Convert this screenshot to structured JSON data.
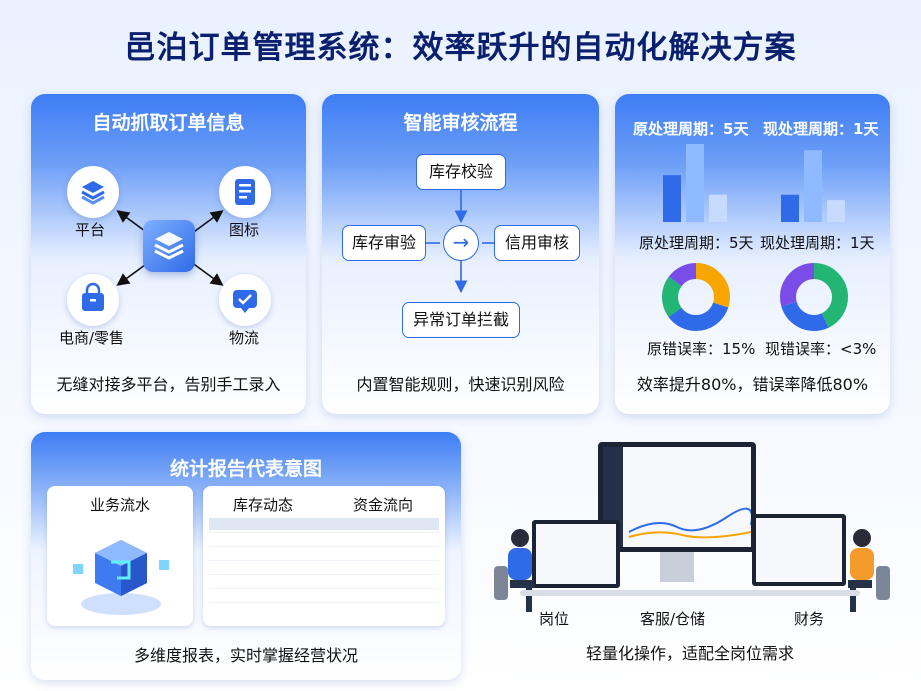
{
  "title": "邑泊订单管理系统：效率跃升的自动化解决方案",
  "panel1": {
    "title": "自动抓取订单信息",
    "nodes": [
      "平台",
      "图标",
      "电商/零售",
      "物流"
    ],
    "caption": "无缝对接多平台，告别手工录入"
  },
  "panel2": {
    "title": "智能审核流程",
    "steps": [
      "库存校验",
      "库存审验",
      "信用审核",
      "异常订单拦截"
    ],
    "caption": "内置智能规则，快速识别风险"
  },
  "panel3": {
    "top_labels": [
      "原处理周期：5天",
      "现处理周期：1天"
    ],
    "bar_labels": [
      "原处理周期：5天",
      "现处理周期：1天"
    ],
    "error_labels": [
      "原错误率：15%",
      "现错误率：<3%"
    ],
    "caption": "效率提升80%，错误率降低80%"
  },
  "panel4": {
    "title": "统计报告代表意图",
    "headers": [
      "业务流水",
      "库存动态",
      "资金流向"
    ],
    "caption": "多维度报表，实时掌握经营状况"
  },
  "panel5": {
    "roles": [
      "岗位",
      "客服/仓储",
      "财务"
    ],
    "caption": "轻量化操作，适配全岗位需求"
  },
  "chart_data": [
    {
      "type": "bar",
      "series": [
        {
          "values": [
            0.6,
            1.0,
            0.35
          ]
        },
        {
          "values": [
            0.35,
            0.92,
            0.28
          ]
        }
      ]
    },
    {
      "type": "pie",
      "labels": [
        "原错误率：15%",
        "现错误率：<3%"
      ]
    }
  ]
}
